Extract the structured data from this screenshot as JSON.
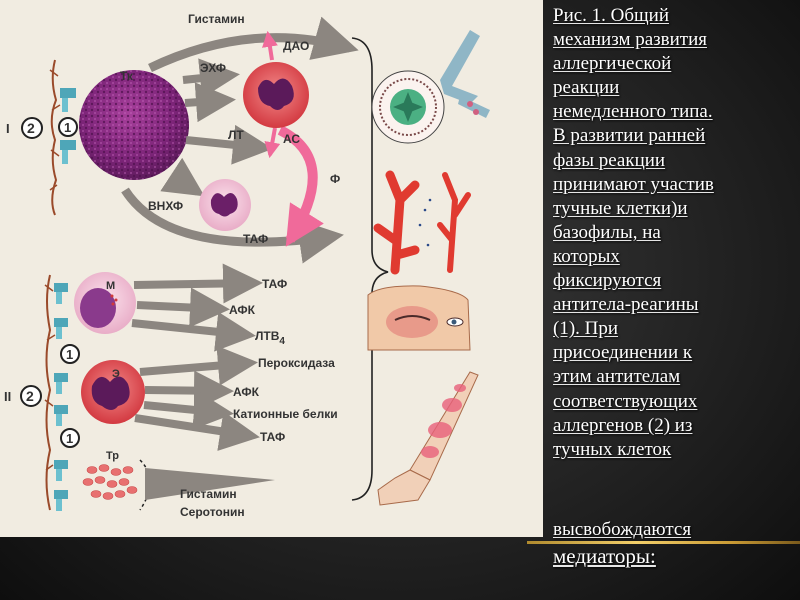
{
  "diagram": {
    "section_labels": {
      "first": "I",
      "second": "II"
    },
    "markers": {
      "antibody": "1",
      "allergen": "2"
    },
    "cells": {
      "mast_cell": "Тк",
      "monocyte": "М",
      "eosinophil": "Э",
      "platelet": "Тр"
    },
    "mediators_top": {
      "histamine": "Гистамин",
      "ecf": "ЭХФ",
      "dao": "ДАО",
      "lt": "ЛТ",
      "as": "АС",
      "f": "Ф",
      "vnhf": "ВНХФ",
      "taf": "ТАФ"
    },
    "mediators_bottom": {
      "taf": "ТАФ",
      "afk_1": "АФК",
      "ltb4": "ЛТВ",
      "ltb4_sub": "4",
      "peroxidase": "Пероксидаза",
      "afk_2": "АФК",
      "cationic_proteins": "Катионные белки",
      "taf_2": "ТАФ",
      "histamine": "Гистамин",
      "serotonin": "Серотонин"
    }
  },
  "caption": {
    "lines": [
      "Рис. 1. Общий",
      "механизм развития",
      "аллергической",
      "реакции",
      "немедленного типа.",
      "В развитии ранней",
      "фазы реакции",
      "принимают участив",
      "тучные клетки)и",
      "базофилы, на",
      "которых",
      "фиксируются",
      "антитела-реагины",
      "(1). При",
      "присоединении к",
      "этим антителам",
      "соответствующих",
      "аллергенов (2) из",
      "тучных клеток"
    ],
    "tail_line_1": "высвобождаются",
    "tail_line_2": "медиаторы:"
  },
  "colors": {
    "panel_background": "#f1ece1",
    "page_background": "#1c1c1c",
    "mast_cell": "#8a2a82",
    "red_cell": "#d23a3a",
    "arrow_grey": "#8c8680",
    "arrow_pink": "#f06a9a",
    "caption_text": "#ffffff",
    "gold_bar": "#d4a94a"
  }
}
